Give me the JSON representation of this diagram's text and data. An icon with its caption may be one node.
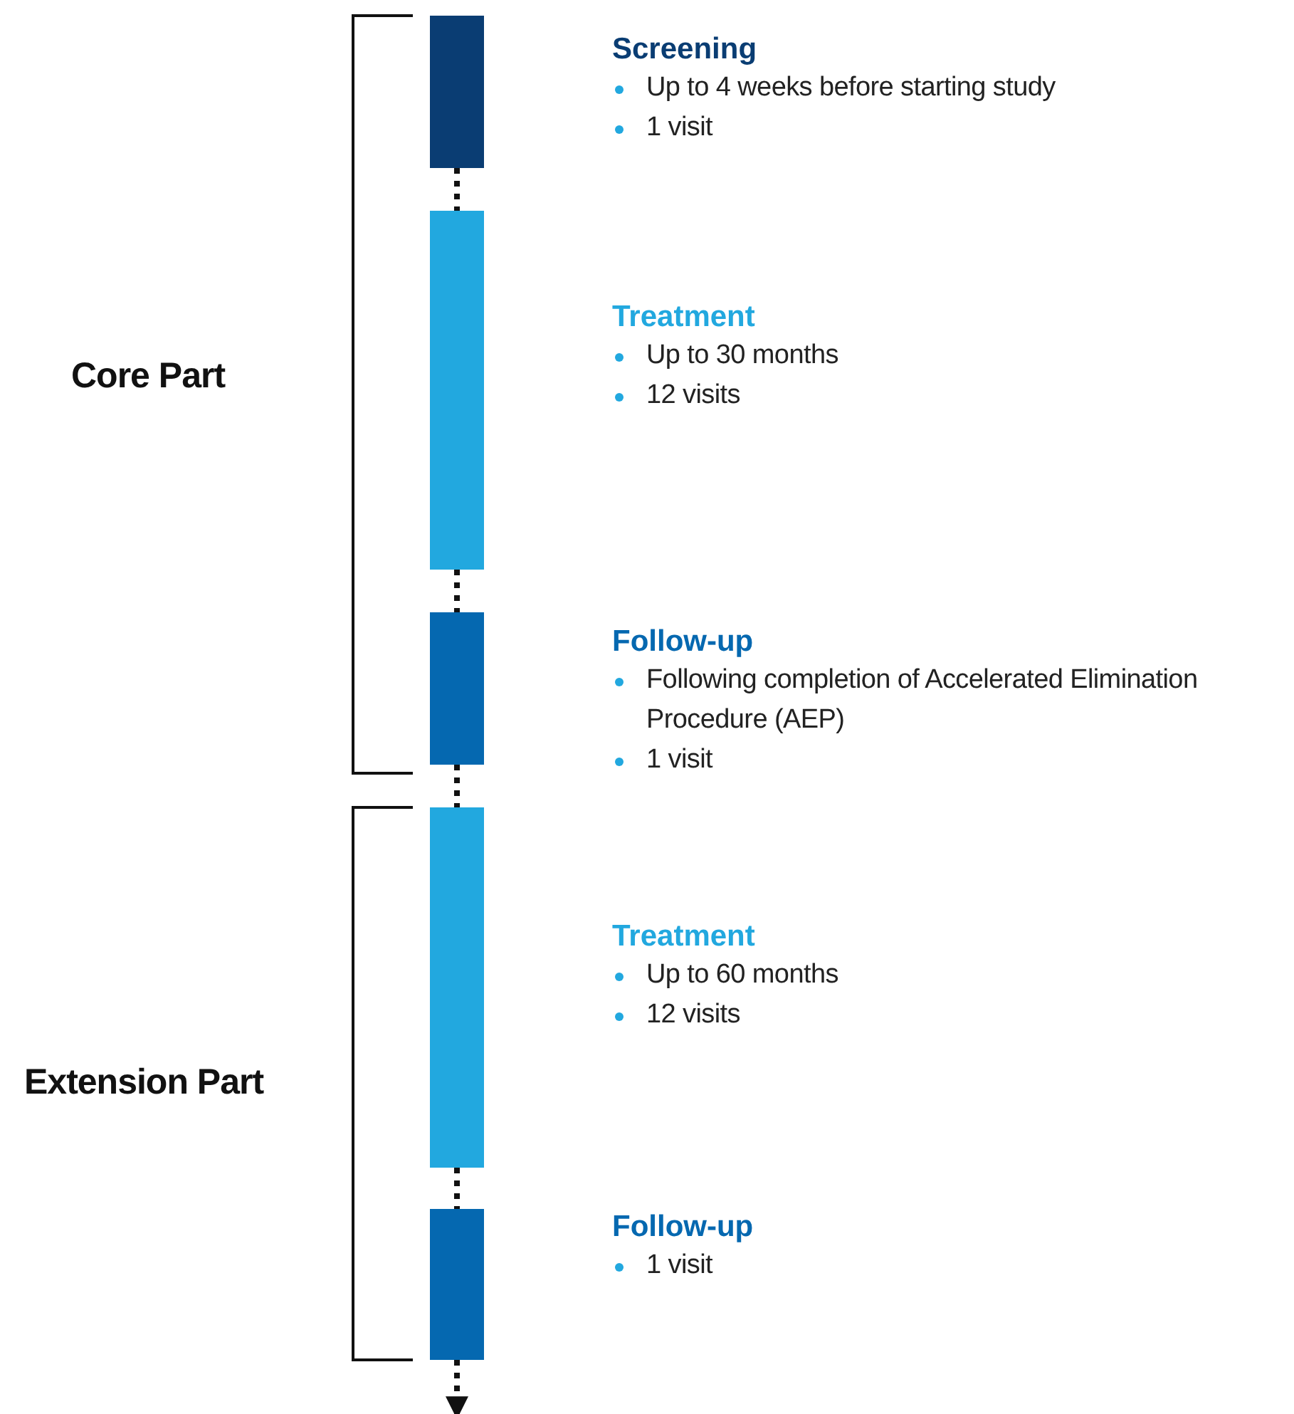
{
  "diagram": {
    "nodes": [
      {
        "text": [],
        "shape": "bar",
        "beside": [
          "Screening",
          "Up to 4 weeks before starting study",
          "1 visit"
        ]
      },
      {
        "text": [],
        "shape": "bar",
        "beside": [
          "Treatment",
          "Up to 30 months",
          "12 visits"
        ]
      },
      {
        "text": [],
        "shape": "bar",
        "beside": [
          "Follow-up",
          "Following completion of Accelerated Elimination Procedure (AEP)",
          "1 visit"
        ]
      },
      {
        "text": [],
        "shape": "bar",
        "beside": [
          "Treatment",
          "Up to 60 months",
          "12 visits"
        ]
      },
      {
        "text": [],
        "shape": "bar",
        "beside": [
          "Follow-up",
          "1 visit"
        ]
      }
    ],
    "edges": [
      {
        "from": 0,
        "to": 1,
        "arrow": "none",
        "style": "dashed"
      },
      {
        "from": 1,
        "to": 2,
        "arrow": "none",
        "style": "dashed"
      },
      {
        "from": 2,
        "to": 3,
        "arrow": "none",
        "style": "dashed"
      },
      {
        "from": 3,
        "to": 4,
        "arrow": "none",
        "style": "dashed"
      },
      {
        "from": 4,
        "to": null,
        "arrow": "to",
        "style": "dashed"
      }
    ],
    "labels": [
      "Core Part",
      "Extension Part"
    ]
  }
}
